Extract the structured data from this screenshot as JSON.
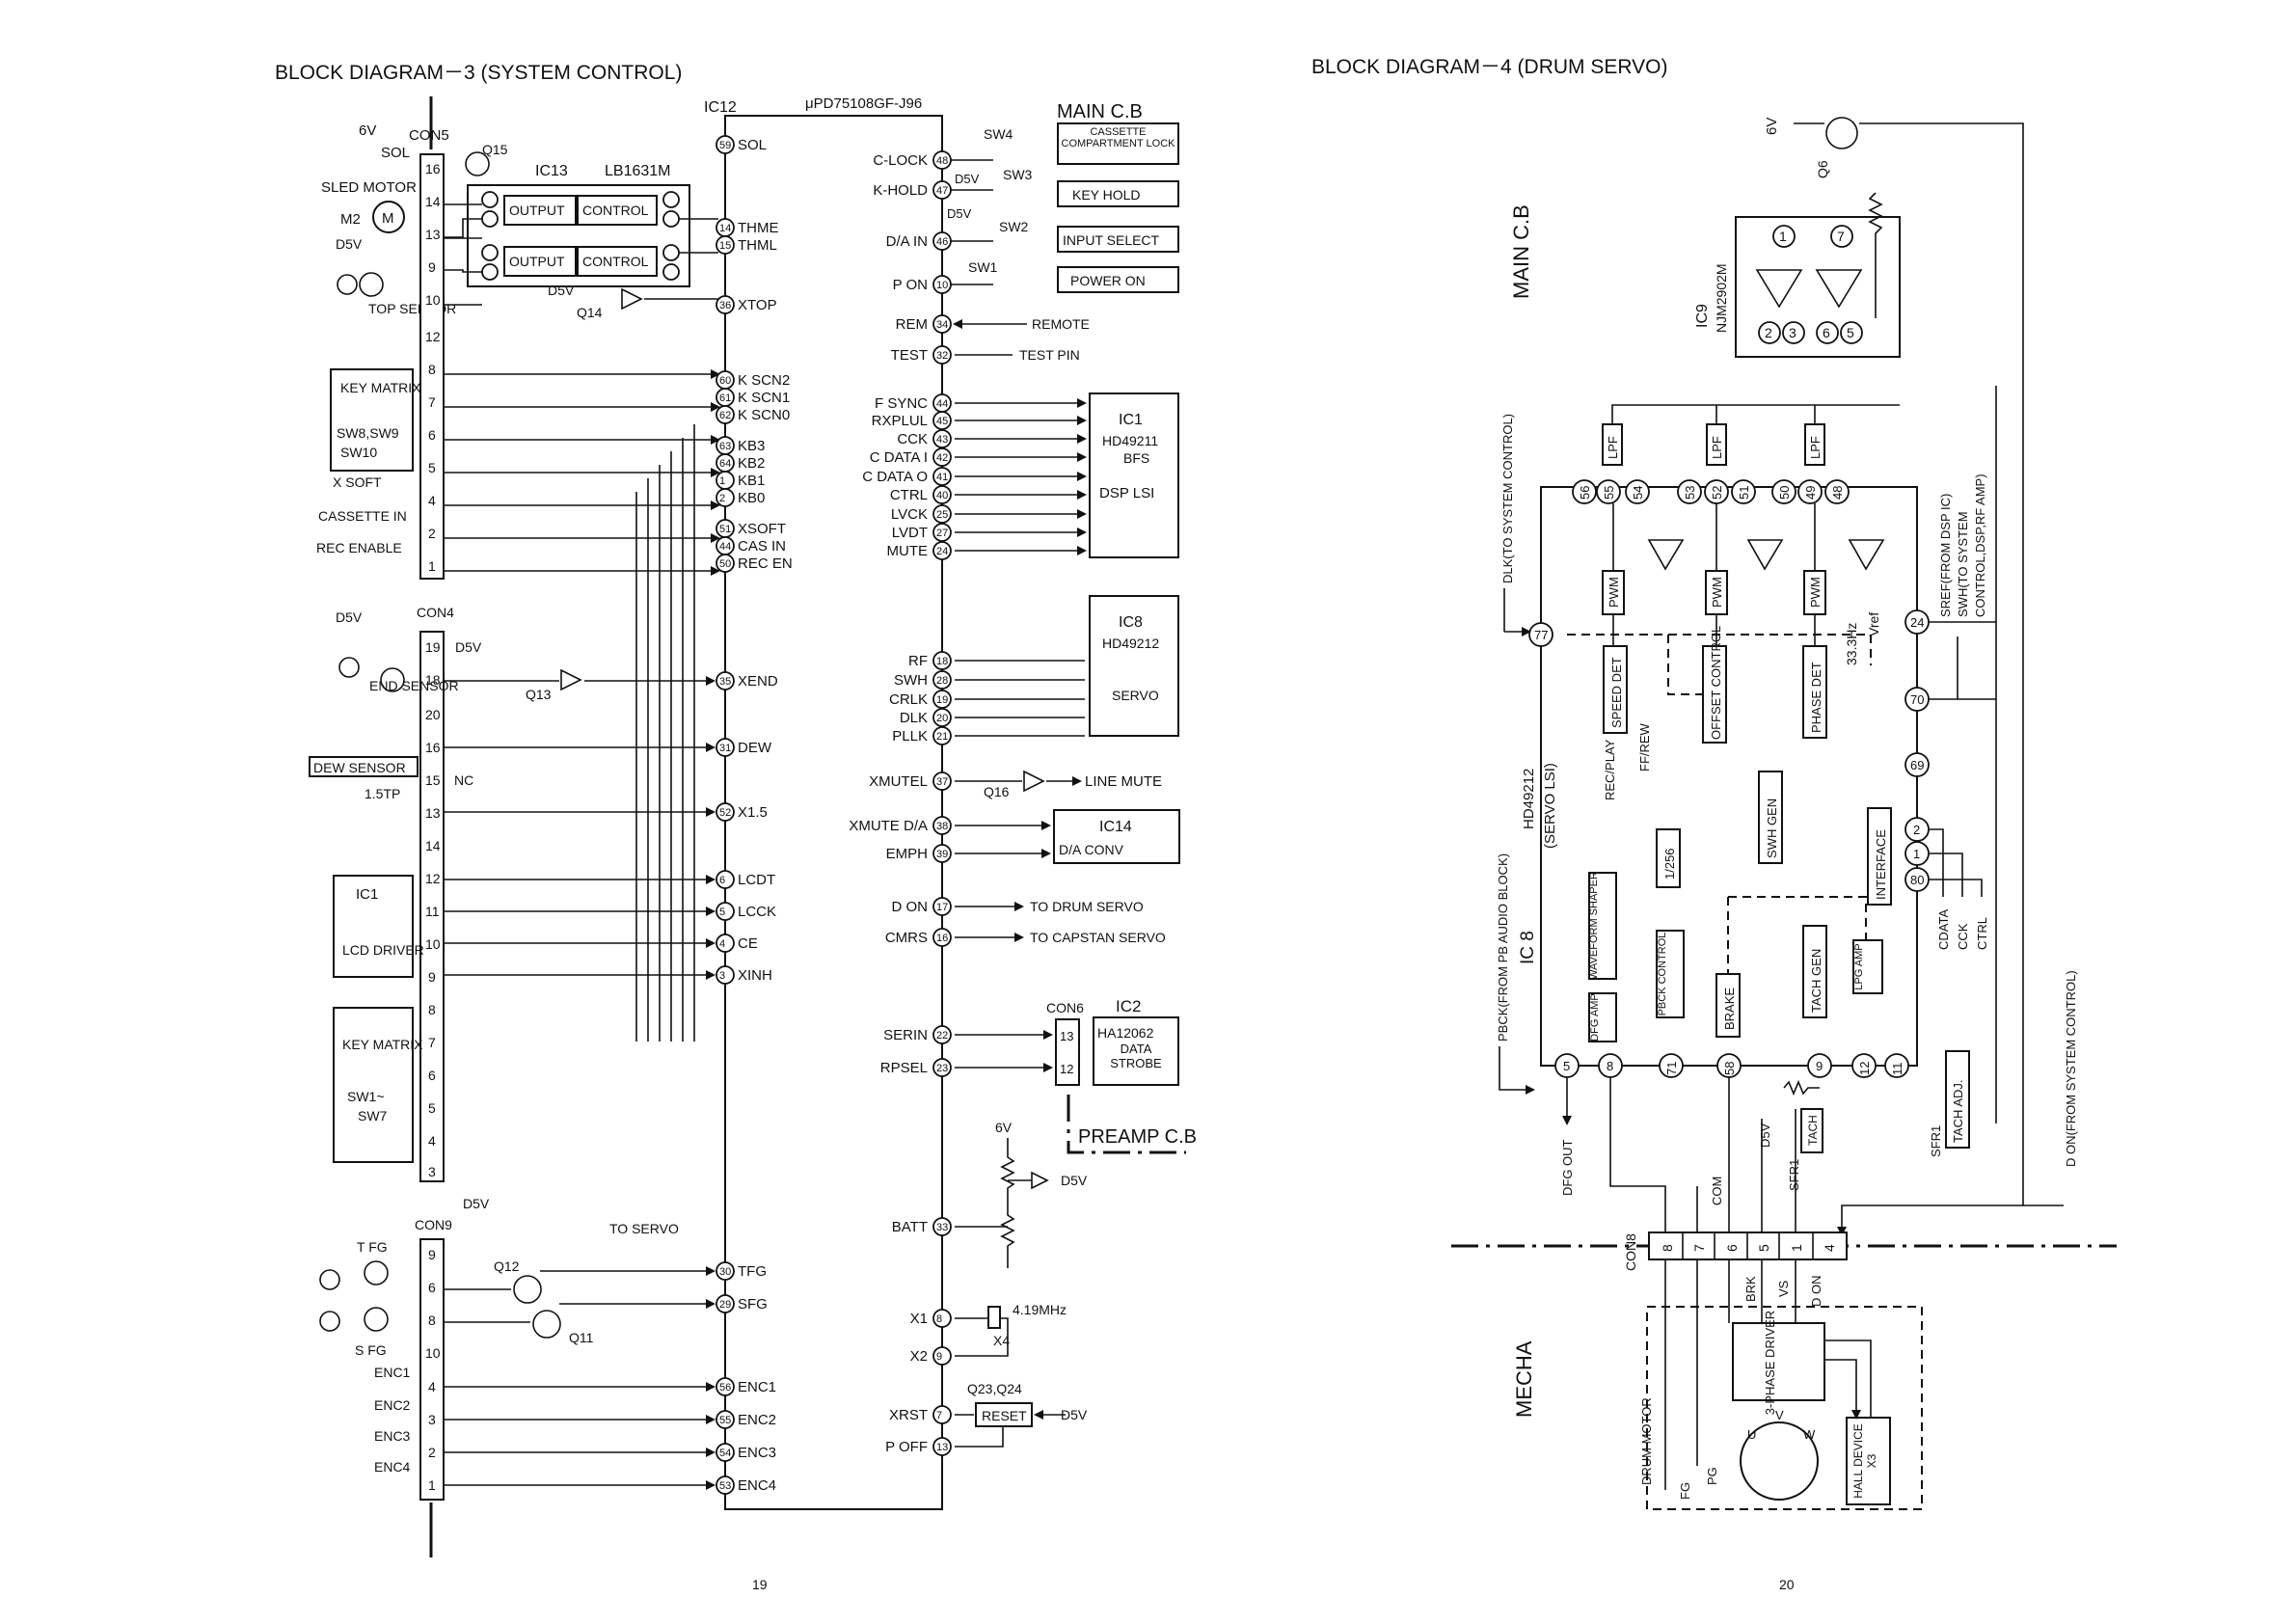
{
  "page_numbers": {
    "left": "19",
    "right": "20"
  },
  "bd3": {
    "title": "BLOCK DIAGRAM－3 (SYSTEM CONTROL)",
    "ic12": {
      "ref": "IC12",
      "part": "μPD75108GF-J96"
    },
    "ic13": {
      "ref": "IC13",
      "part": "LB1631M",
      "blocks": [
        "OUTPUT",
        "CONTROL",
        "OUTPUT",
        "CONTROL"
      ]
    },
    "main_cb": "MAIN C.B",
    "preamp_cb": "PREAMP C.B",
    "supply_6v": "6V",
    "d5v": "D5V",
    "con5": {
      "label": "CON5",
      "pins": [
        "16",
        "14",
        "13",
        "9",
        "10",
        "12",
        "8",
        "7",
        "6",
        "5",
        "4",
        "2",
        "1"
      ],
      "parts": {
        "sol": "SOL",
        "sled_motor": "SLED MOTOR",
        "m2": "M2",
        "m": "M",
        "q15": "Q15",
        "q14": "Q14",
        "top_sensor": "TOP SENSOR",
        "key_matrix": "KEY MATRIX",
        "key_sw": "SW8,SW9",
        "key_sw2": "SW10",
        "x_soft": "X SOFT",
        "cassette_in": "CASSETTE IN",
        "rec_enable": "REC ENABLE"
      }
    },
    "con4": {
      "label": "CON4",
      "pins": [
        "19",
        "18",
        "20",
        "16",
        "15",
        "13",
        "14",
        "12",
        "11",
        "10",
        "9",
        "8",
        "7",
        "6",
        "5",
        "4",
        "3"
      ],
      "parts": {
        "end_sensor": "END SENSOR",
        "q13": "Q13",
        "dew_sensor": "DEW SENSOR",
        "nc": "NC",
        "tp": "1.5TP",
        "ic1": "IC1",
        "lcd_driver": "LCD DRIVER",
        "key_matrix": "KEY MATRIX",
        "key_sw": "SW1~",
        "key_sw2": "SW7"
      }
    },
    "con9": {
      "label": "CON9",
      "pins": [
        "9",
        "6",
        "8",
        "10",
        "4",
        "3",
        "2",
        "1"
      ],
      "parts": {
        "tfg": "T FG",
        "sfg": "S FG",
        "q12": "Q12",
        "q11": "Q11",
        "to_servo": "TO SERVO",
        "enc": [
          "ENC1",
          "ENC2",
          "ENC3",
          "ENC4"
        ]
      }
    },
    "ic12_left_pins": [
      {
        "num": "59",
        "name": "SOL"
      },
      {
        "num": "14",
        "name": "THME"
      },
      {
        "num": "15",
        "name": "THML"
      },
      {
        "num": "36",
        "name": "XTOP"
      },
      {
        "num": "60",
        "name": "K SCN2"
      },
      {
        "num": "61",
        "name": "K SCN1"
      },
      {
        "num": "62",
        "name": "K SCN0"
      },
      {
        "num": "63",
        "name": "KB3"
      },
      {
        "num": "64",
        "name": "KB2"
      },
      {
        "num": "1",
        "name": "KB1"
      },
      {
        "num": "2",
        "name": "KB0"
      },
      {
        "num": "51",
        "name": "XSOFT"
      },
      {
        "num": "44",
        "name": "CAS IN"
      },
      {
        "num": "50",
        "name": "REC EN"
      },
      {
        "num": "35",
        "name": "XEND"
      },
      {
        "num": "31",
        "name": "DEW"
      },
      {
        "num": "52",
        "name": "X1.5"
      },
      {
        "num": "6",
        "name": "LCDT"
      },
      {
        "num": "5",
        "name": "LCCK"
      },
      {
        "num": "4",
        "name": "CE"
      },
      {
        "num": "3",
        "name": "XINH"
      },
      {
        "num": "30",
        "name": "TFG"
      },
      {
        "num": "29",
        "name": "SFG"
      },
      {
        "num": "56",
        "name": "ENC1"
      },
      {
        "num": "55",
        "name": "ENC2"
      },
      {
        "num": "54",
        "name": "ENC3"
      },
      {
        "num": "53",
        "name": "ENC4"
      }
    ],
    "ic12_right_pins": [
      {
        "num": "48",
        "name": "C-LOCK"
      },
      {
        "num": "47",
        "name": "K-HOLD"
      },
      {
        "num": "46",
        "name": "D/A IN"
      },
      {
        "num": "10",
        "name": "P ON"
      },
      {
        "num": "34",
        "name": "REM"
      },
      {
        "num": "32",
        "name": "TEST"
      },
      {
        "num": "44",
        "name": "F SYNC"
      },
      {
        "num": "45",
        "name": "RXPLUL"
      },
      {
        "num": "43",
        "name": "CCK"
      },
      {
        "num": "42",
        "name": "C DATA I"
      },
      {
        "num": "41",
        "name": "C DATA O"
      },
      {
        "num": "40",
        "name": "CTRL"
      },
      {
        "num": "25",
        "name": "LVCK"
      },
      {
        "num": "27",
        "name": "LVDT"
      },
      {
        "num": "24",
        "name": "MUTE"
      },
      {
        "num": "18",
        "name": "RF"
      },
      {
        "num": "28",
        "name": "SWH"
      },
      {
        "num": "19",
        "name": "CRLK"
      },
      {
        "num": "20",
        "name": "DLK"
      },
      {
        "num": "21",
        "name": "PLLK"
      },
      {
        "num": "37",
        "name": "XMUTEL"
      },
      {
        "num": "38",
        "name": "XMUTE D/A"
      },
      {
        "num": "39",
        "name": "EMPH"
      },
      {
        "num": "17",
        "name": "D ON"
      },
      {
        "num": "16",
        "name": "CMRS"
      },
      {
        "num": "22",
        "name": "SERIN"
      },
      {
        "num": "23",
        "name": "RPSEL"
      },
      {
        "num": "33",
        "name": "BATT"
      },
      {
        "num": "8",
        "name": "X1"
      },
      {
        "num": "9",
        "name": "X2"
      },
      {
        "num": "7",
        "name": "XRST"
      },
      {
        "num": "13",
        "name": "P OFF"
      }
    ],
    "switches": {
      "sw4": "SW4",
      "sw3": "SW3",
      "sw2": "SW2",
      "sw1": "SW1"
    },
    "main_cb_boxes": [
      "CASSETTE COMPARTMENT LOCK",
      "KEY HOLD",
      "INPUT SELECT",
      "POWER ON"
    ],
    "remote": "REMOTE",
    "test_pin": "TEST PIN",
    "ic1": {
      "ref": "IC1",
      "part": "HD49211",
      "suffix": "BFS",
      "func": "DSP LSI"
    },
    "ic8": {
      "ref": "IC8",
      "part": "HD49212",
      "func": "SERVO"
    },
    "q16": "Q16",
    "line_mute": "LINE MUTE",
    "ic14": {
      "ref": "IC14",
      "func": "D/A CONV"
    },
    "to_drum_servo": "TO DRUM SERVO",
    "to_capstan_servo": "TO CAPSTAN SERVO",
    "con6": {
      "label": "CON6",
      "pins": [
        "13",
        "12"
      ]
    },
    "ic2": {
      "ref": "IC2",
      "part": "HA12062",
      "func": "DATA STROBE"
    },
    "crystal": {
      "ref": "X4",
      "freq": "4.19MHz"
    },
    "reset": {
      "ref": "Q23,Q24",
      "label": "RESET"
    }
  },
  "bd4": {
    "title": "BLOCK DIAGRAM－4 (DRUM SERVO)",
    "main_cb": "MAIN C.B",
    "mecha": "MECHA",
    "supply_6v": "6V",
    "q6": "Q6",
    "ic9": {
      "ref": "IC9",
      "part": "NJM2902M",
      "pins": [
        "1",
        "7",
        "2",
        "3",
        "6",
        "5"
      ]
    },
    "ic8": {
      "ref": "IC 8",
      "part": "HD49212",
      "func": "(SERVO LSI)"
    },
    "lpf": "LPF",
    "pwm": "PWM",
    "top_pins": [
      "56",
      "55",
      "54",
      "53",
      "52",
      "51",
      "50",
      "49",
      "48"
    ],
    "side_pins": {
      "p77": "77",
      "p24": "24",
      "p70": "70",
      "p69": "69",
      "p2": "2",
      "p1": "1",
      "p80": "80"
    },
    "bottom_pins": [
      "5",
      "8",
      "71",
      "58",
      "9",
      "12",
      "11"
    ],
    "blocks": {
      "speed_det": "SPEED DET",
      "offset_control": "OFFSET CONTROL",
      "phase_det": "PHASE DET",
      "swh_gen": "SWH GEN",
      "interface": "INTERFACE",
      "waveform_shaper": "WAVEFORM SHAPER",
      "div256": "1/256",
      "pbck_control": "PBCK CONTROL",
      "dfg_amp": "DFG AMP",
      "brake": "BRAKE",
      "tach_gen": "TACH GEN",
      "lpg_amp": "LPG AMP"
    },
    "rec_play": "REC/PLAY",
    "ff_rew": "FF/REW",
    "hz": "33.3Hz",
    "vref": "Vref",
    "signals": {
      "dlk": "DLK(TO SYSTEM CONTROL)",
      "pbck": "PBCK(FROM PB AUDIO BLOCK)",
      "sref": "SREF(FROM DSP IC)",
      "swh": "SWH(TO SYSTEM CONTROL,DSP,RF AMP)",
      "don": "D ON(FROM SYSTEM CONTROL)",
      "dfg_out": "DFG OUT",
      "cdata": "CDATA",
      "cck": "CCK",
      "ctrl": "CTRL"
    },
    "d5v": "D5V",
    "sfr1_tach": {
      "ref": "SFR1",
      "label": "TACH"
    },
    "sfr1_adj": {
      "ref": "SFR1",
      "label": "TACH ADJ."
    },
    "con8": {
      "label": "CON8",
      "pins": [
        "8",
        "7",
        "6",
        "5",
        "1",
        "4"
      ]
    },
    "com": "COM",
    "mecha_signals": [
      "BRK",
      "VS",
      "D ON"
    ],
    "drum_motor": "DRUM MOTOR",
    "driver": "3-PHASE DRIVER",
    "hall": "HALL DEVICE X3",
    "pg": "PG",
    "fg": "FG",
    "uvw": [
      "U",
      "V",
      "W"
    ]
  }
}
